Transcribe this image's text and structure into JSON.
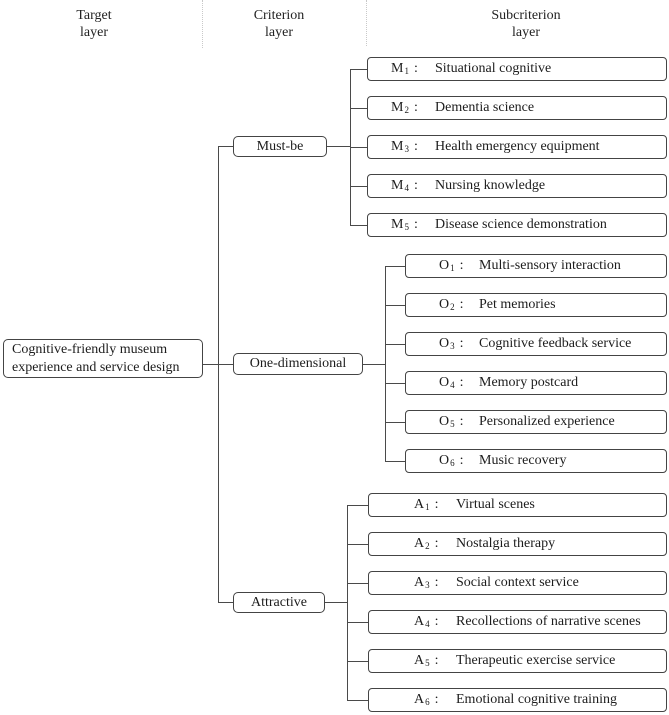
{
  "diagram": {
    "headers": {
      "target": [
        "Target",
        "layer"
      ],
      "criterion": [
        "Criterion",
        "layer"
      ],
      "subcriterion": [
        "Subcriterion",
        "layer"
      ]
    },
    "target_title_lines": [
      "Cognitive-friendly museum",
      "experience and service design"
    ],
    "colon": ":",
    "groups": [
      {
        "name": "Must-be",
        "rows": [
          {
            "code": "M",
            "sub": "1",
            "label": "Situational cognitive"
          },
          {
            "code": "M",
            "sub": "2",
            "label": "Dementia science"
          },
          {
            "code": "M",
            "sub": "3",
            "label": "Health emergency equipment"
          },
          {
            "code": "M",
            "sub": "4",
            "label": "Nursing knowledge"
          },
          {
            "code": "M",
            "sub": "5",
            "label": "Disease science demonstration"
          }
        ]
      },
      {
        "name": "One-dimensional",
        "rows": [
          {
            "code": "O",
            "sub": "1",
            "label": "Multi-sensory interaction"
          },
          {
            "code": "O",
            "sub": "2",
            "label": "Pet memories"
          },
          {
            "code": "O",
            "sub": "3",
            "label": "Cognitive feedback service"
          },
          {
            "code": "O",
            "sub": "4",
            "label": "Memory postcard"
          },
          {
            "code": "O",
            "sub": "5",
            "label": "Personalized experience"
          },
          {
            "code": "O",
            "sub": "6",
            "label": "Music recovery"
          }
        ]
      },
      {
        "name": "Attractive",
        "rows": [
          {
            "code": "A",
            "sub": "1",
            "label": "Virtual scenes"
          },
          {
            "code": "A",
            "sub": "2",
            "label": "Nostalgia therapy"
          },
          {
            "code": "A",
            "sub": "3",
            "label": "Social context service"
          },
          {
            "code": "A",
            "sub": "4",
            "label": "Recollections of narrative scenes"
          },
          {
            "code": "A",
            "sub": "5",
            "label": "Therapeutic exercise service"
          },
          {
            "code": "A",
            "sub": "6",
            "label": "Emotional cognitive training"
          }
        ]
      }
    ]
  }
}
